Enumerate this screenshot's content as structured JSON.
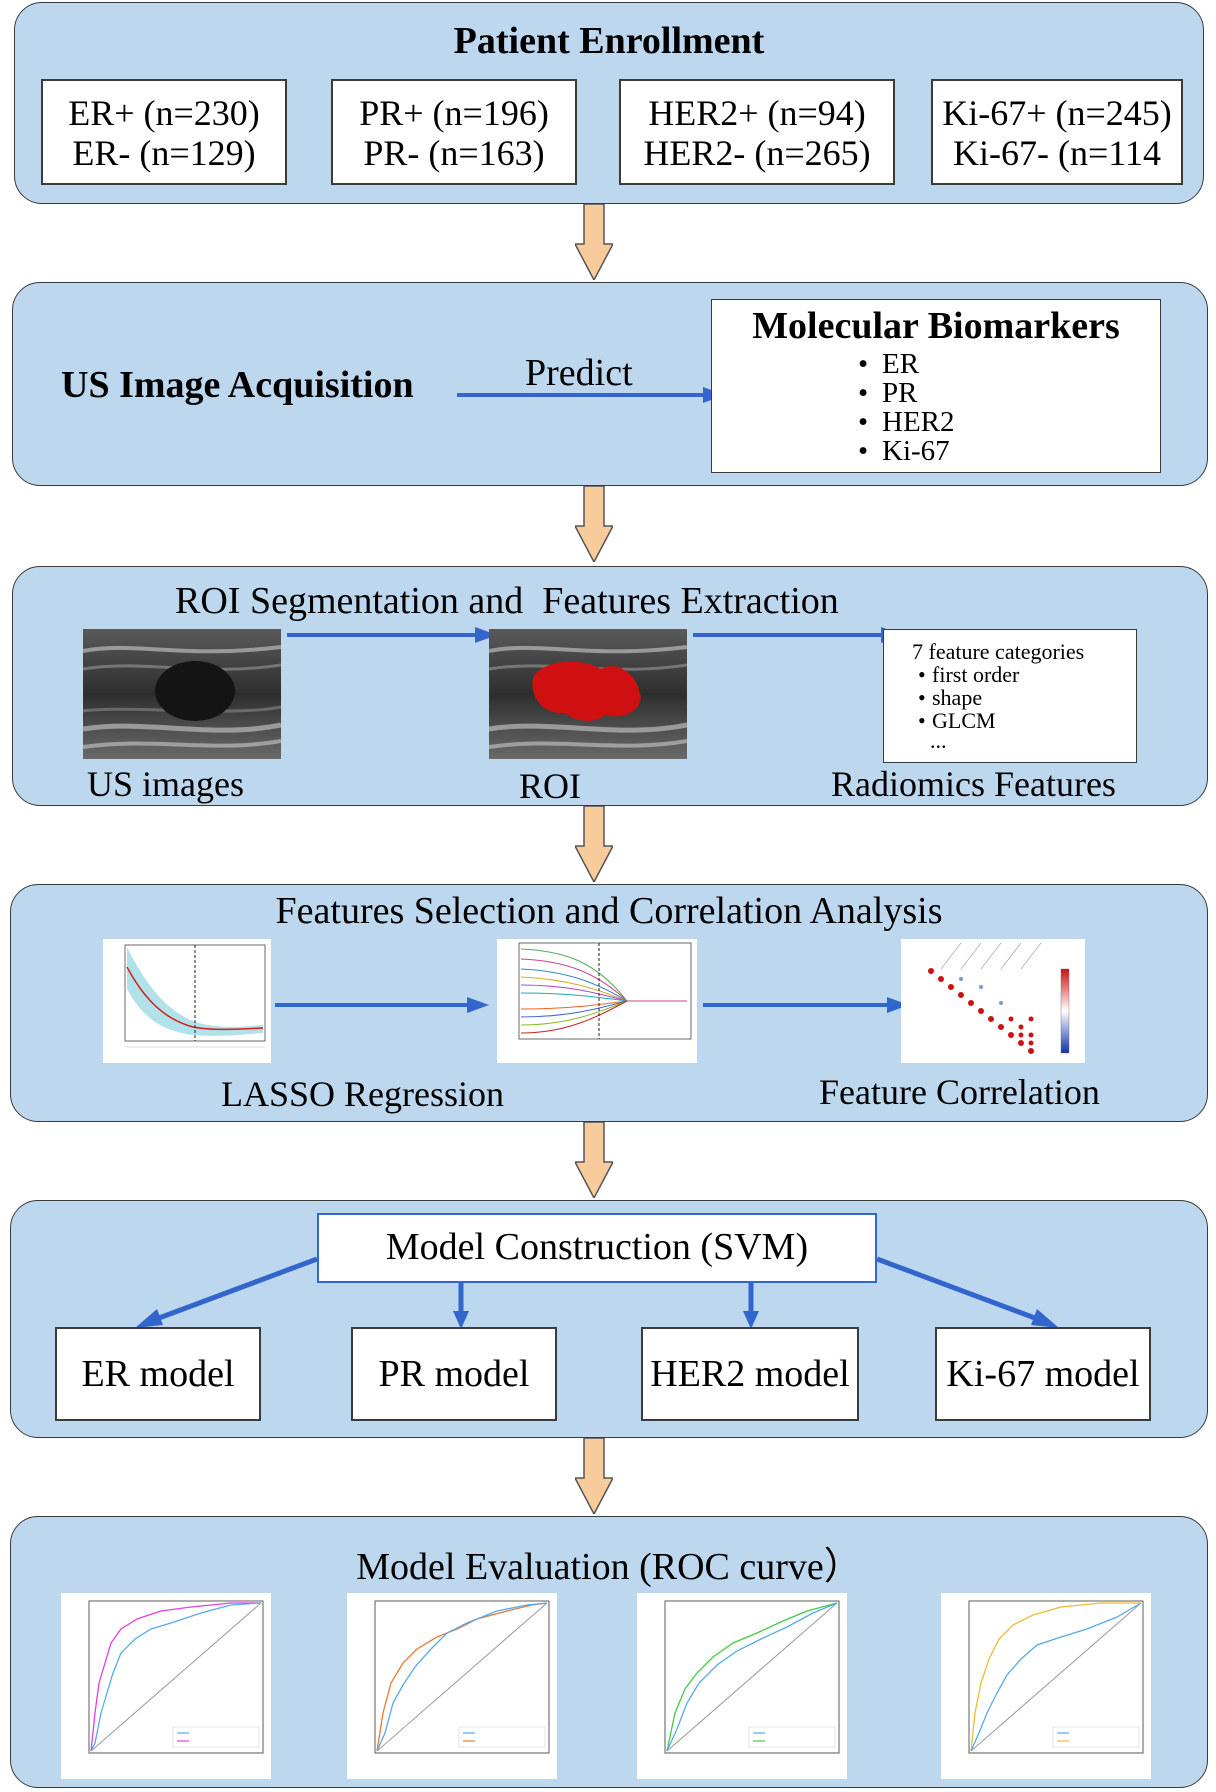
{
  "enrollment": {
    "title": "Patient Enrollment",
    "groups": [
      {
        "pos": "ER+ (n=230)",
        "neg": "ER- (n=129)"
      },
      {
        "pos": "PR+ (n=196)",
        "neg": "PR- (n=163)"
      },
      {
        "pos": "HER2+ (n=94)",
        "neg": "HER2- (n=265)"
      },
      {
        "pos": "Ki-67+ (n=245)",
        "neg": "Ki-67- (n=114"
      }
    ]
  },
  "acquisition": {
    "label": "US Image Acquisition",
    "arrow_label": "Predict",
    "biomarkers_title": "Molecular Biomarkers",
    "biomarkers": [
      "ER",
      "PR",
      "HER2",
      "Ki-67"
    ]
  },
  "roi": {
    "title": "ROI Segmentation and  Features Extraction",
    "us_images_label": "US images",
    "roi_label": "ROI",
    "radiomics_label": "Radiomics Features",
    "feature_box": {
      "heading": "7 feature categories",
      "items": [
        "first order",
        "shape",
        "GLCM"
      ],
      "more": "..."
    }
  },
  "selection": {
    "title": "Features Selection and Correlation Analysis",
    "lasso_label": "LASSO Regression",
    "correlation_label": "Feature Correlation"
  },
  "model": {
    "title": "Model Construction (SVM)",
    "models": [
      "ER model",
      "PR model",
      "HER2 model",
      "Ki-67 model"
    ]
  },
  "evaluation": {
    "title": "Model Evaluation (ROC curve）"
  },
  "colors": {
    "panel_fill": "#bdd7ee",
    "arrow_blue": "#3366cc",
    "down_arrow_fill": "#f8cb9c",
    "roi_red": "#d01010"
  }
}
